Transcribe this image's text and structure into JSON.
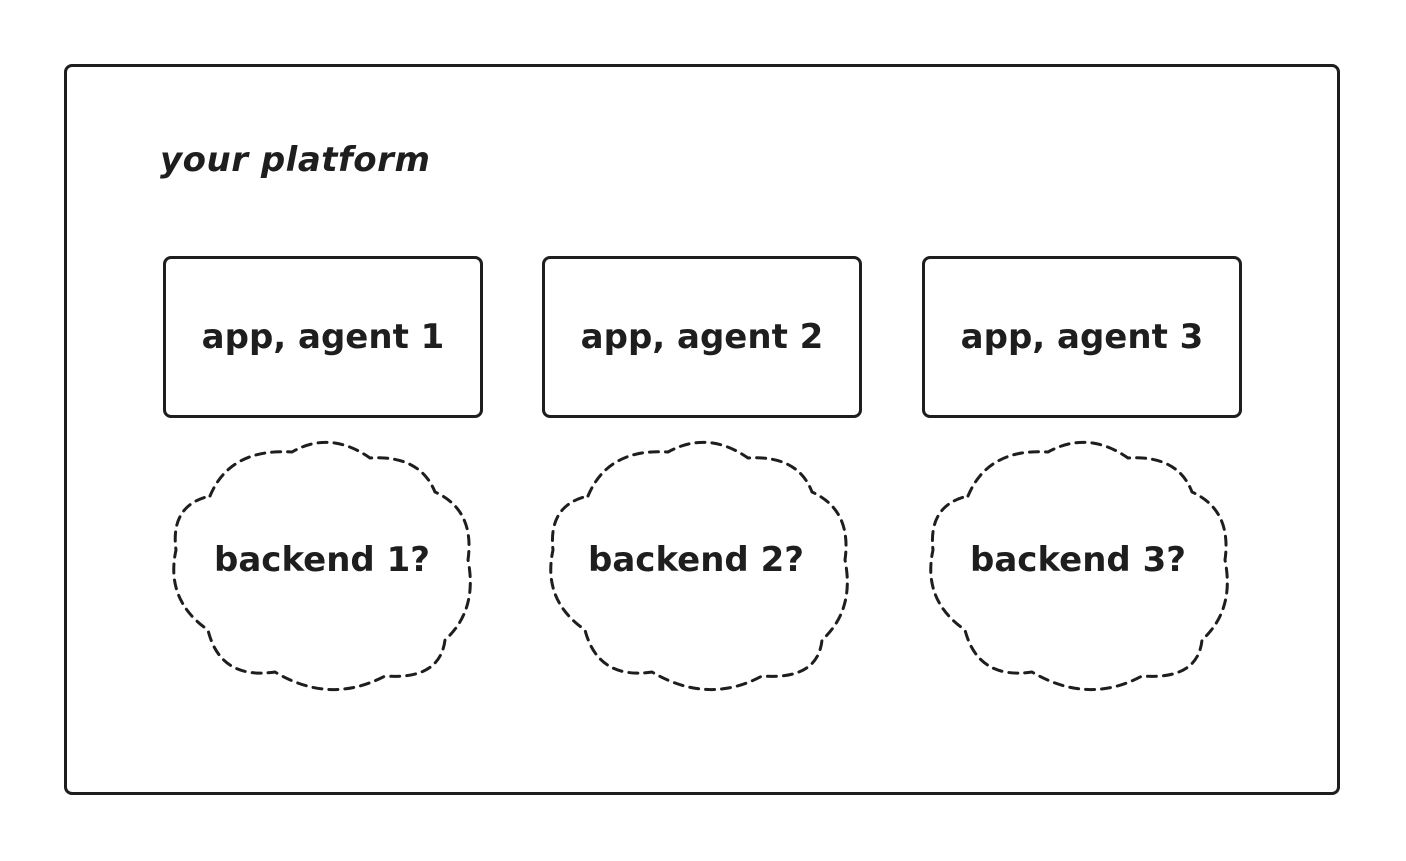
{
  "platform": {
    "title": "your platform"
  },
  "apps": [
    {
      "label": "app, agent 1"
    },
    {
      "label": "app, agent 2"
    },
    {
      "label": "app, agent 3"
    }
  ],
  "backends": [
    {
      "label": "backend 1?"
    },
    {
      "label": "backend 2?"
    },
    {
      "label": "backend 3?"
    }
  ],
  "colors": {
    "stroke": "#1e1e1e",
    "background": "#ffffff"
  }
}
